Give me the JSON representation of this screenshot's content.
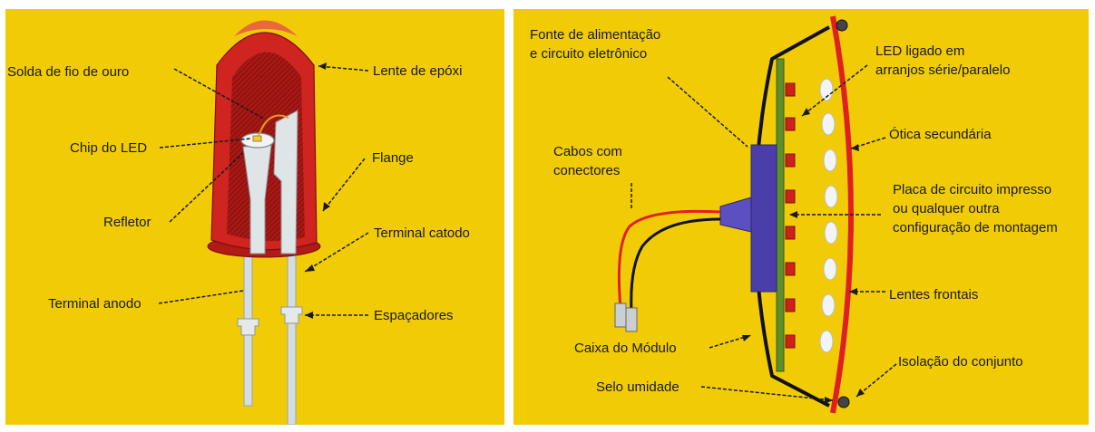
{
  "led_diagram": {
    "labels": {
      "gold_wire": "Solda de fio de ouro",
      "epoxy_lens": "Lente de epóxi",
      "chip": "Chip do LED",
      "flange": "Flange",
      "reflector": "Refletor",
      "cathode": "Terminal catodo",
      "anode": "Terminal anodo",
      "spacers": "Espaçadores"
    }
  },
  "module_diagram": {
    "labels": {
      "power_source": "Fonte de alimentação\ne circuito eletrônico",
      "led_array": "LED ligado em\narranjos série/paralelo",
      "cables": "Cabos com\nconectores",
      "secondary_optics": "Ótica secundária",
      "pcb": "Placa de circuito impresso\nou qualquer outra\nconfiguração de montagem",
      "front_lens": "Lentes frontais",
      "module_box": "Caixa do Módulo",
      "insulation": "Isolação do conjunto",
      "moisture_seal": "Selo umidade"
    }
  },
  "colors": {
    "background": "#f1cc06",
    "led_body": "#c8201c",
    "lead": "#d6dde0",
    "wire_red": "#e02020",
    "pcb_green": "#5f8f2a",
    "driver_purple": "#4a3fa8"
  }
}
